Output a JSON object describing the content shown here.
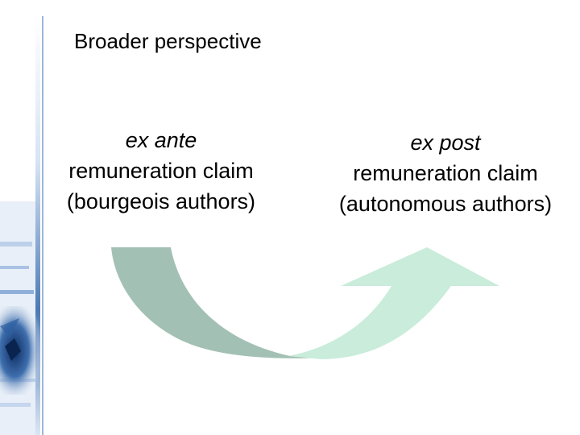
{
  "slide": {
    "title": "Broader perspective",
    "left_claim": {
      "label": "ex ante",
      "line2": "remuneration claim",
      "line3": "(bourgeois authors)"
    },
    "right_claim": {
      "label": "ex post",
      "line2": "remuneration claim",
      "line3": "(autonomous authors)"
    }
  },
  "colors": {
    "arrow_left": "#a3c0b4",
    "arrow_right": "#c9ecdb",
    "accent_blue": "#1d4f8c",
    "light_blue": "#cfe0f3"
  },
  "icons": {
    "decoration": "blue-sidebar-graphic",
    "arrow": "curved-arrow-icon"
  }
}
